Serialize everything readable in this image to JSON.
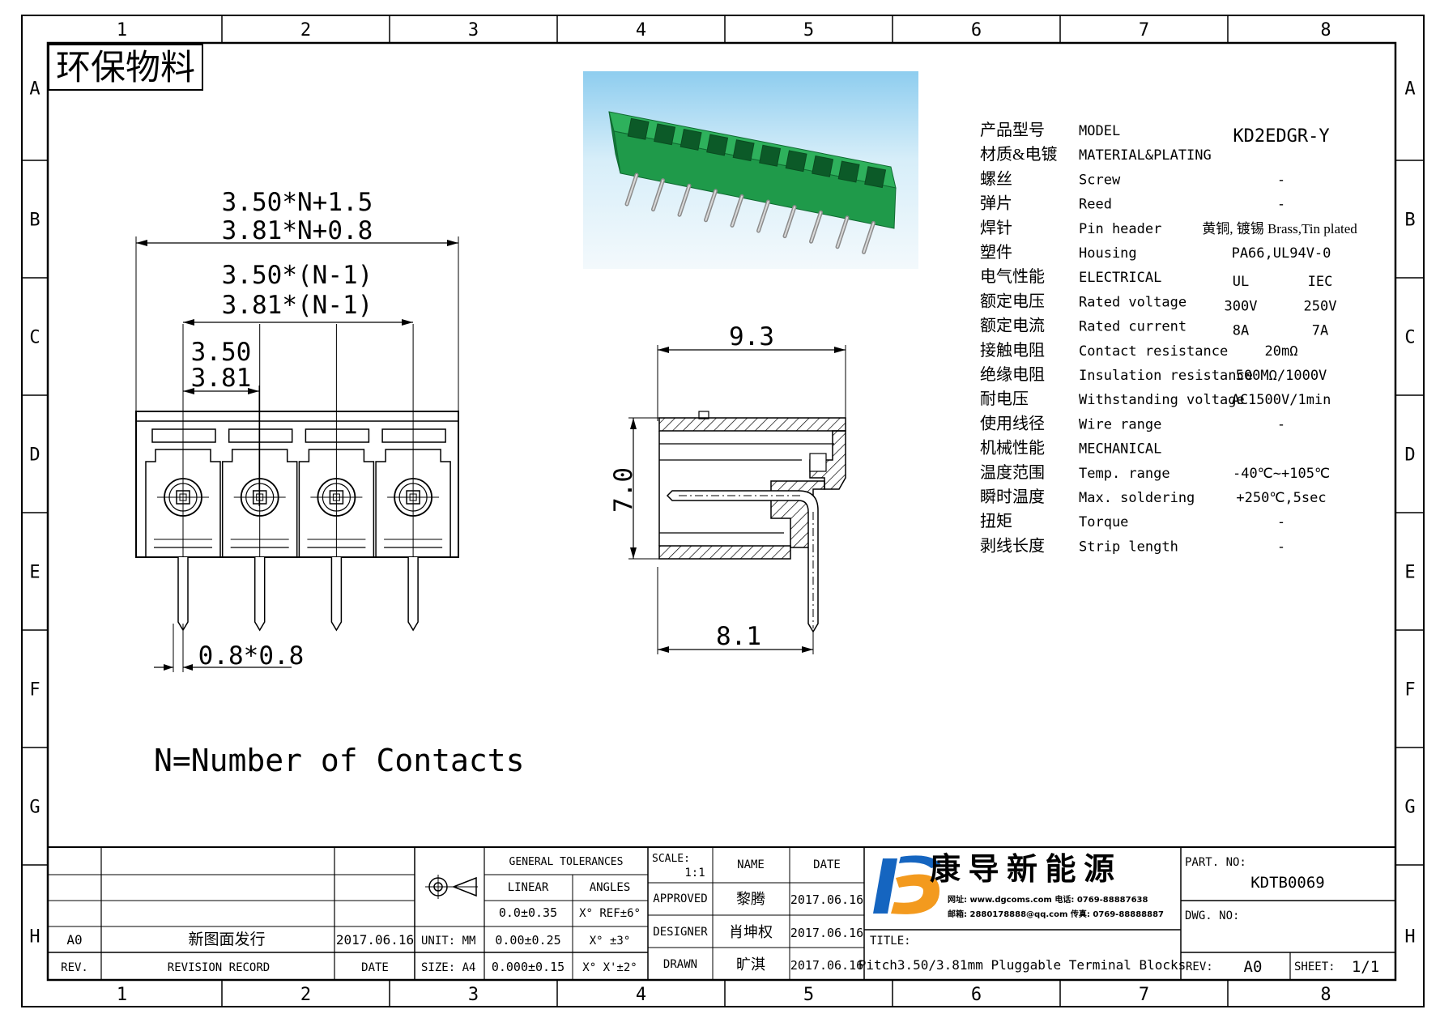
{
  "eco_label": "环保物料",
  "grid": {
    "cols": [
      "1",
      "2",
      "3",
      "4",
      "5",
      "6",
      "7",
      "8"
    ],
    "rows": [
      "A",
      "B",
      "C",
      "D",
      "E",
      "F",
      "G",
      "H"
    ]
  },
  "front_view": {
    "dim_overall_1": "3.50*N+1.5",
    "dim_overall_2": "3.81*N+0.8",
    "dim_span_1": "3.50*(N-1)",
    "dim_span_2": "3.81*(N-1)",
    "dim_pitch_1": "3.50",
    "dim_pitch_2": "3.81",
    "dim_pin": "0.8*0.8",
    "contacts_shown": 4
  },
  "side_view": {
    "dim_depth": "9.3",
    "dim_height": "7.0",
    "dim_pin_offset": "8.1"
  },
  "note": "N=Number of Contacts",
  "photo": {
    "caption": "",
    "housing_color": "#1f9a4a",
    "background_color": "#a9d8f2",
    "pins": 10
  },
  "specs": [
    {
      "cn": "产品型号",
      "en": "MODEL",
      "val": "KD2EDGR-Y"
    },
    {
      "cn": "材质&电镀",
      "en": "MATERIAL&PLATING",
      "val": ""
    },
    {
      "cn": "螺丝",
      "en": "Screw",
      "val": "-"
    },
    {
      "cn": "弹片",
      "en": "Reed",
      "val": "-"
    },
    {
      "cn": "焊针",
      "en": "Pin header",
      "val": "黄铜, 镀锡 Brass,Tin plated"
    },
    {
      "cn": "塑件",
      "en": "Housing",
      "val": "PA66,UL94V-0"
    },
    {
      "cn": "电气性能",
      "en": "ELECTRICAL",
      "val": "",
      "v1": "UL",
      "v2": "IEC"
    },
    {
      "cn": "额定电压",
      "en": "Rated voltage",
      "val": "",
      "v1": "300V",
      "v2": "250V"
    },
    {
      "cn": "额定电流",
      "en": "Rated current",
      "val": "",
      "v1": "8A",
      "v2": "7A"
    },
    {
      "cn": "接触电阻",
      "en": "Contact resistance",
      "val": "20mΩ"
    },
    {
      "cn": "绝缘电阻",
      "en": "Insulation resistance",
      "val": "500MΩ/1000V"
    },
    {
      "cn": "耐电压",
      "en": "Withstanding voltage",
      "val": "AC1500V/1min"
    },
    {
      "cn": "使用线径",
      "en": "Wire range",
      "val": "-"
    },
    {
      "cn": "机械性能",
      "en": "MECHANICAL",
      "val": ""
    },
    {
      "cn": "温度范围",
      "en": "Temp. range",
      "val": "-40℃~+105℃"
    },
    {
      "cn": "瞬时温度",
      "en": "Max. soldering",
      "val": "+250℃,5sec"
    },
    {
      "cn": "扭矩",
      "en": "Torque",
      "val": "-"
    },
    {
      "cn": "剥线长度",
      "en": "Strip length",
      "val": "-"
    }
  ],
  "title_block": {
    "rev_code": "A0",
    "rev_desc": "新图面发行",
    "rev_date": "2017.06.16",
    "rev_header": "REV.",
    "record_header": "REVISION RECORD",
    "date_header": "DATE",
    "unit": "UNIT: MM",
    "size": "SIZE: A4",
    "general_tolerances": "GENERAL TOLERANCES",
    "linear": "LINEAR",
    "angles": "ANGLES",
    "lin1": "0.0±0.35",
    "lin2": "0.00±0.25",
    "lin3": "0.000±0.15",
    "ang1": "X° REF±6°",
    "ang2": "X° ±3°",
    "ang3": "X° X'±2°",
    "scale_label": "SCALE:",
    "scale_value": "1:1",
    "name_header": "NAME",
    "date_col_header": "DATE",
    "approved": "APPROVED",
    "approved_name": "黎腾",
    "approved_date": "2017.06.16",
    "designer": "DESIGNER",
    "designer_name": "肖坤权",
    "designer_date": "2017.06.16",
    "drawn": "DRAWN",
    "drawn_name": "旷淇",
    "drawn_date": "2017.06.16",
    "company": "康 导 新 能 源",
    "contact_1": "网址: www.dgcoms.com  电话: 0769-88887638",
    "contact_2": "邮箱: 2880178888@qq.com 传真: 0769-88888887",
    "title_label": "TITLE:",
    "title": "Pitch3.50/3.81mm Pluggable Terminal Blocks",
    "part_no_label": "PART. NO:",
    "part_no": "KDTB0069",
    "dwg_no_label": "DWG. NO:",
    "dwg_no": "",
    "rev_label": "REV:",
    "rev": "A0",
    "sheet_label": "SHEET:",
    "sheet": "1/1"
  },
  "colors": {
    "line": "#000000",
    "logo_blue": "#1565c0",
    "logo_orange": "#f39a1e",
    "housing": "#1f9a4a"
  }
}
